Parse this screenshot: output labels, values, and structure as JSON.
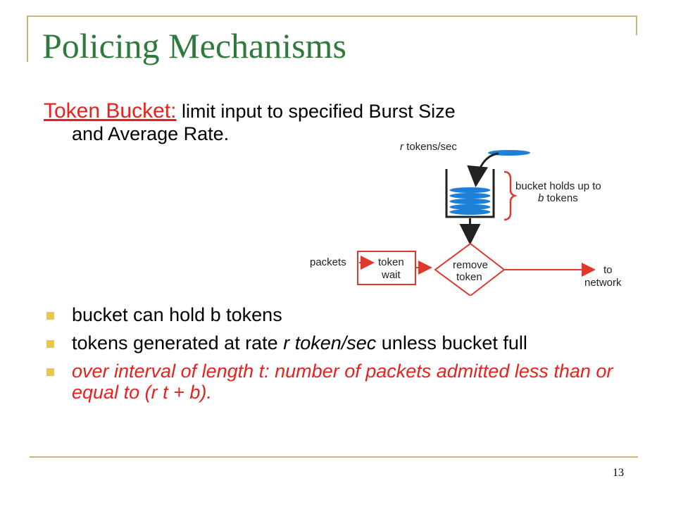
{
  "slide": {
    "title": "Policing Mechanisms",
    "intro": {
      "keyword": "Token Bucket:",
      "text_line1": " limit input to specified Burst Size",
      "text_line2": "and Average Rate."
    },
    "bullets": [
      {
        "text": "bucket can hold b tokens"
      },
      {
        "text_prefix": "tokens generated at rate ",
        "text_italic": "r token/sec",
        "text_suffix": " unless bucket full"
      },
      {
        "text": "over interval of length t: number of packets admitted less than or equal to  (r t + b)."
      }
    ],
    "page_number": "13"
  },
  "diagram": {
    "rate_label_r": "r",
    "rate_label_rest": " tokens/sec",
    "bucket_label_line1": "bucket holds up to",
    "bucket_label_b": "b",
    "bucket_label_line2_rest": " tokens",
    "packets_label": "packets",
    "token_wait_line1": "token",
    "token_wait_line2": "wait",
    "remove_token_line1": "remove",
    "remove_token_line2": "token",
    "to_network_line1": "to",
    "to_network_line2": "network",
    "colors": {
      "token": "#1e7fd6",
      "arrow_red": "#e0382b",
      "bucket_line": "#222222"
    }
  }
}
